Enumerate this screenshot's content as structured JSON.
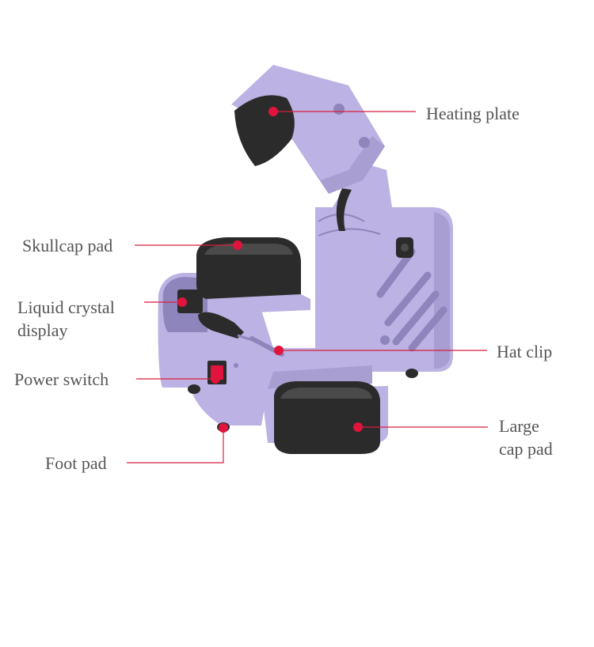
{
  "colors": {
    "body": "#bcb2e3",
    "body_shade": "#a89ed2",
    "body_dark": "#8f85bd",
    "pad": "#2b2b2b",
    "pad_light": "#4a4a4a",
    "accent": "#e0143c",
    "leader": "#d81e3c",
    "label_text": "#555555"
  },
  "labels": {
    "heating_plate": "Heating plate",
    "skullcap_pad": "Skullcap pad",
    "lcd_line1": "Liquid crystal",
    "lcd_line2": "display",
    "hat_clip": "Hat clip",
    "power_switch": "Power switch",
    "large_cap_line1": "Large",
    "large_cap_line2": "cap pad",
    "foot_pad": "Foot pad"
  },
  "icons": {
    "marker": "callout-dot-icon"
  }
}
